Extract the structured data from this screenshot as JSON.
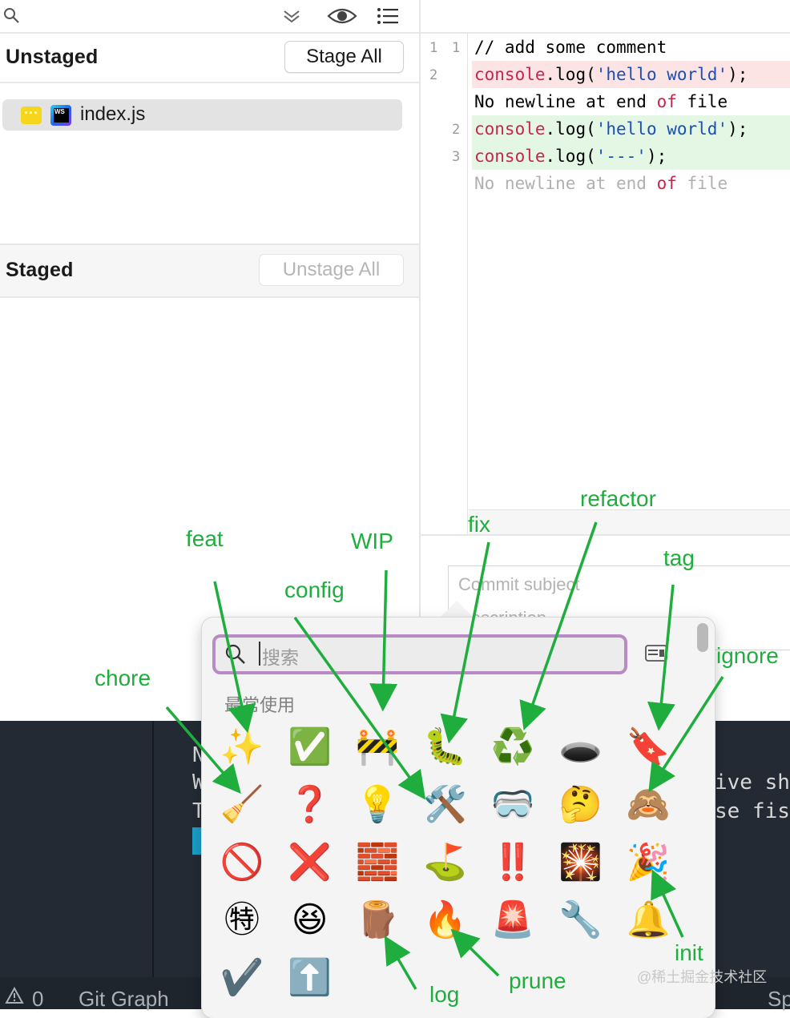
{
  "toolbar": {
    "icons": [
      "search-icon",
      "chevron-double-down-icon",
      "eye-icon",
      "list-icon"
    ]
  },
  "unstaged": {
    "title": "Unstaged",
    "button_label": "Stage All",
    "files": [
      {
        "name": "index.js"
      }
    ]
  },
  "staged": {
    "title": "Staged",
    "button_label": "Unstage All"
  },
  "diff": {
    "lines": [
      {
        "old": "1",
        "new": "1",
        "kind": "context",
        "code": "// add some comment"
      },
      {
        "old": "2",
        "new": "",
        "kind": "removed",
        "code": "console.log('hello world');"
      },
      {
        "old": "",
        "new": "",
        "kind": "note",
        "code": "No newline at end of file"
      },
      {
        "old": "",
        "new": "2",
        "kind": "added",
        "code": "console.log('hello world');"
      },
      {
        "old": "",
        "new": "3",
        "kind": "added",
        "code": "console.log('---');"
      },
      {
        "old": "",
        "new": "",
        "kind": "note-faded",
        "code": "No newline at end of file"
      }
    ]
  },
  "commit": {
    "subject_placeholder": "Commit subject",
    "description_placeholder": "Description"
  },
  "terminal": {
    "fragments": [
      "N",
      "W",
      "T",
      "ive sh",
      "se fis"
    ]
  },
  "statusbar": {
    "warnings": "0",
    "git_graph": "Git Graph",
    "right": "Sp"
  },
  "emoji_picker": {
    "search_placeholder": "搜索",
    "section_title": "最常使用",
    "emojis": [
      "✨",
      "✅",
      "🚧",
      "🐛",
      "♻️",
      "🕳️",
      "🔖",
      "🧹",
      "❓",
      "💡",
      "🛠️",
      "🥽",
      "🤔",
      "🙈",
      "🚫",
      "❌",
      "🧱",
      "⛳",
      "‼️",
      "🎇",
      "🎉",
      "㊕",
      "😆",
      "🪵",
      "🔥",
      "🚨",
      "🔧",
      "🔔",
      "✔️",
      "⬆️"
    ]
  },
  "annotations": {
    "feat": "feat",
    "wip": "WIP",
    "config": "config",
    "fix": "fix",
    "refactor": "refactor",
    "tag": "tag",
    "ignore": "ignore",
    "chore": "chore",
    "init": "init",
    "log": "log",
    "prune": "prune"
  },
  "watermark": "@稀土掘金技术社区",
  "colors": {
    "annotation_green": "#1fae3e",
    "removed_bg": "#fde4e4",
    "added_bg": "#e4f7e4",
    "terminal_bg": "#232a33",
    "picker_search_border": "#b98bc4"
  }
}
